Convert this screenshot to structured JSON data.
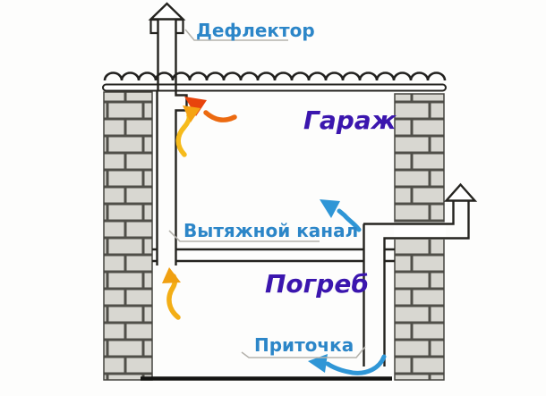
{
  "diagram": {
    "title": "garage-and-cellar-ventilation-scheme",
    "labels": {
      "deflector": "Дефлектор",
      "garage": "Гараж",
      "exhaust_duct": "Вытяжной канал",
      "cellar": "Погреб",
      "intake": "Приточка"
    },
    "colors": {
      "background": "#fdfdfc",
      "line_dark": "#24231f",
      "brick_fill": "#d8d7d1",
      "mortar_gray": "#504f49",
      "duct_label_blue": "#2c86c8",
      "room_label_indigo": "#3b16ae",
      "arrow_orange": "#ec6a10",
      "arrow_orange_head": "#e8440c",
      "arrow_yellow": "#f6bb1c",
      "arrow_yellow_head": "#f5a313",
      "arrow_blue": "#2f96d6",
      "leader_gray": "#b5b3ad"
    }
  }
}
